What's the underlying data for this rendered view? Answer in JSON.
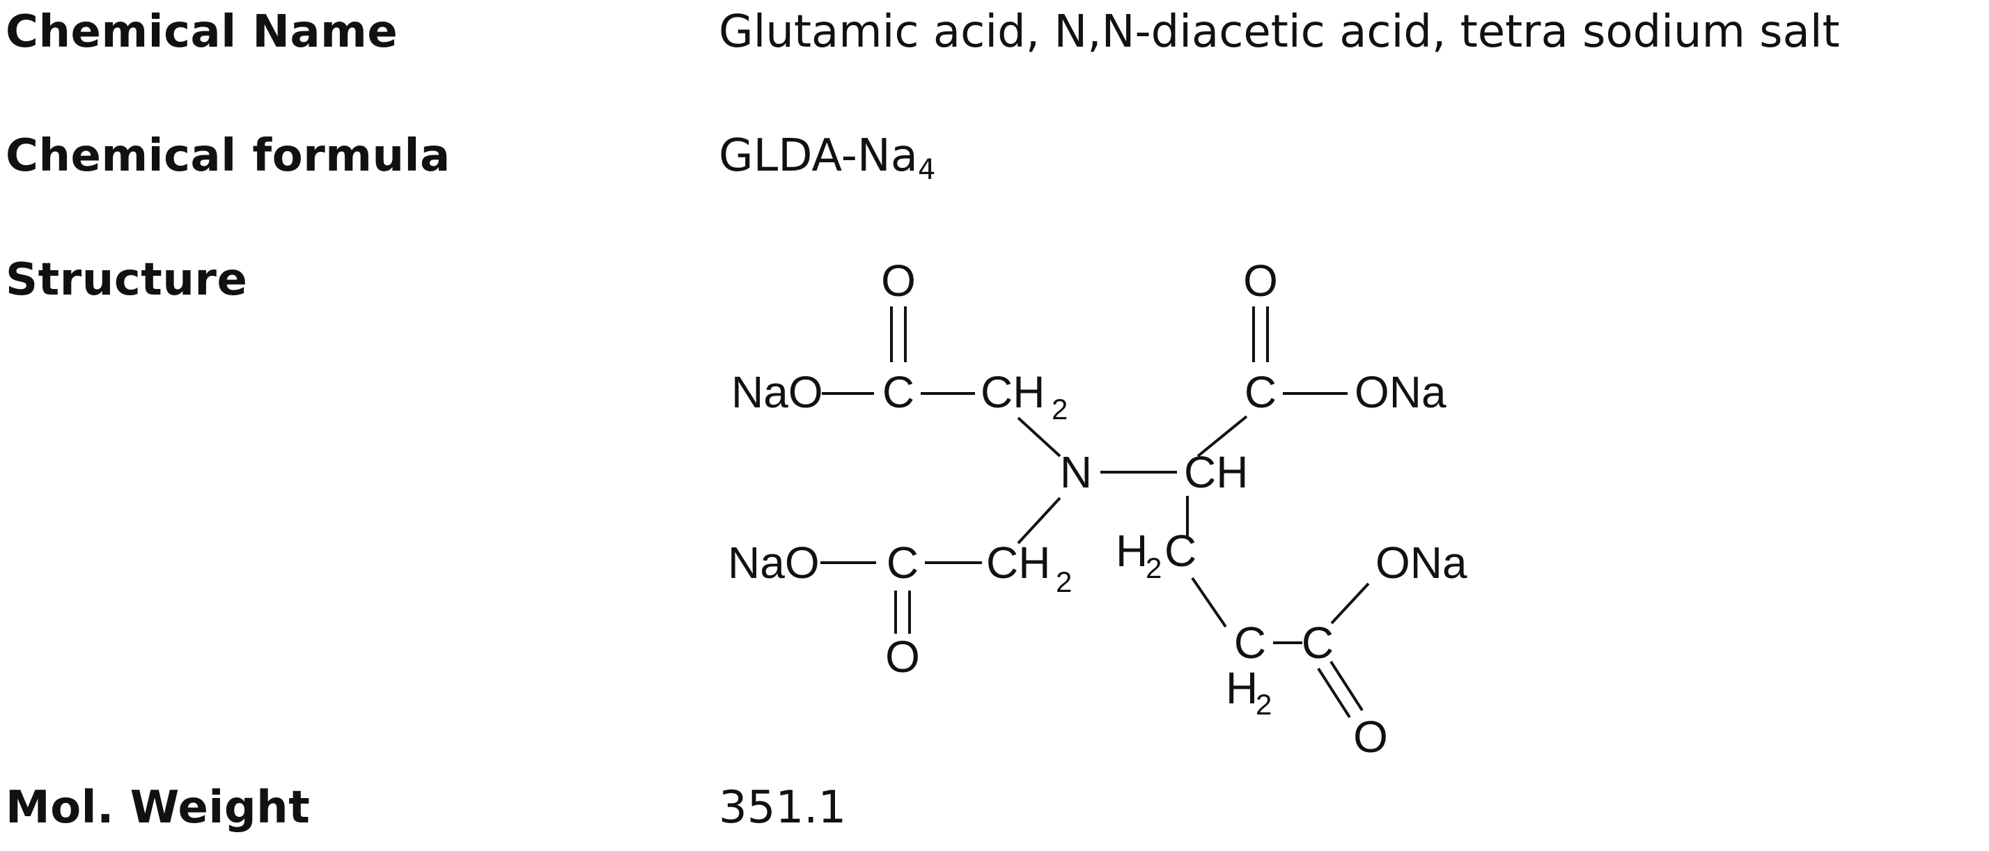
{
  "rows": {
    "name": {
      "label": "Chemical Name",
      "value": "Glutamic acid, N,N-diacetic acid, tetra sodium salt"
    },
    "formula": {
      "label": "Chemical formula",
      "value_main": "GLDA-Na",
      "value_sub": "4"
    },
    "structure": {
      "label": "Structure",
      "atoms": {
        "o": "O",
        "c": "C",
        "n": "N",
        "ch": "CH",
        "ona": "ONa",
        "nao": "NaO",
        "ch2_c": "CH",
        "h": "H",
        "two": "2"
      }
    },
    "weight": {
      "label": "Mol. Weight",
      "value": "351.1"
    }
  }
}
